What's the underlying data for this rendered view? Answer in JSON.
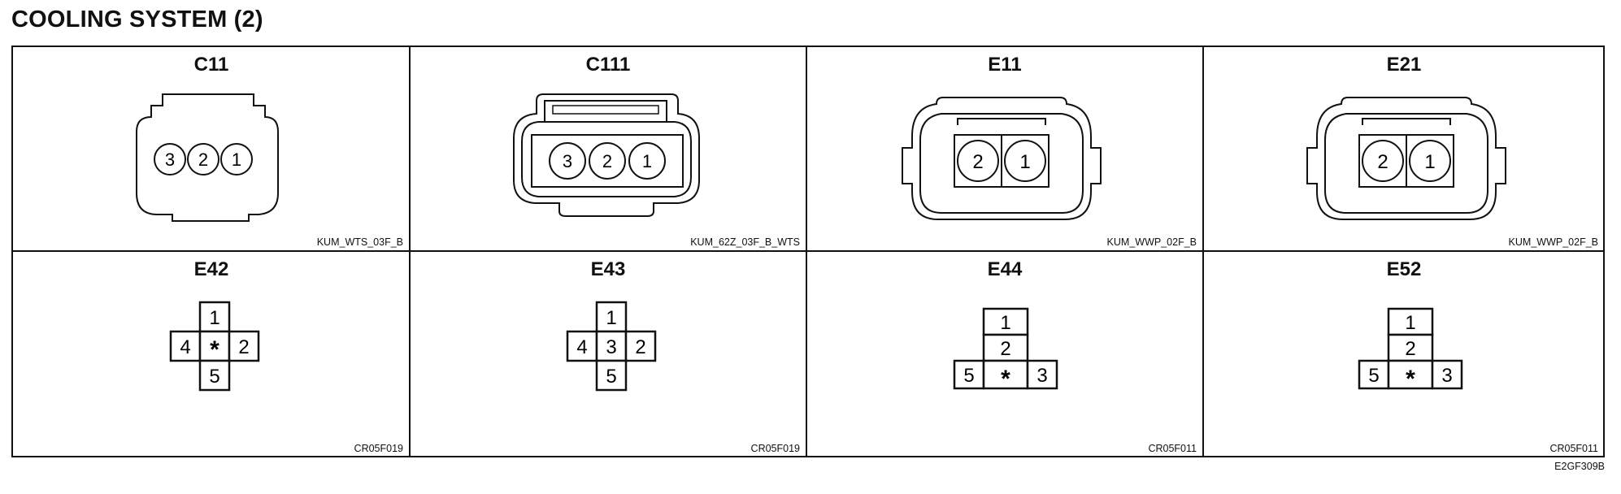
{
  "title": "COOLING SYSTEM (2)",
  "figure_code": "E2GF309B",
  "connectors": [
    {
      "label": "C11",
      "code": "KUM_WTS_03F_B",
      "pins": [
        "3",
        "2",
        "1"
      ]
    },
    {
      "label": "C111",
      "code": "KUM_62Z_03F_B_WTS",
      "pins": [
        "3",
        "2",
        "1"
      ]
    },
    {
      "label": "E11",
      "code": "KUM_WWP_02F_B",
      "pins": [
        "2",
        "1"
      ]
    },
    {
      "label": "E21",
      "code": "KUM_WWP_02F_B",
      "pins": [
        "2",
        "1"
      ]
    },
    {
      "label": "E42",
      "code": "CR05F019",
      "pins": [
        "1",
        "4",
        "*",
        "2",
        "5"
      ]
    },
    {
      "label": "E43",
      "code": "CR05F019",
      "pins": [
        "1",
        "4",
        "3",
        "2",
        "5"
      ]
    },
    {
      "label": "E44",
      "code": "CR05F011",
      "pins": [
        "1",
        "2",
        "5",
        "*",
        "3"
      ]
    },
    {
      "label": "E52",
      "code": "CR05F011",
      "pins": [
        "1",
        "2",
        "5",
        "*",
        "3"
      ]
    }
  ]
}
